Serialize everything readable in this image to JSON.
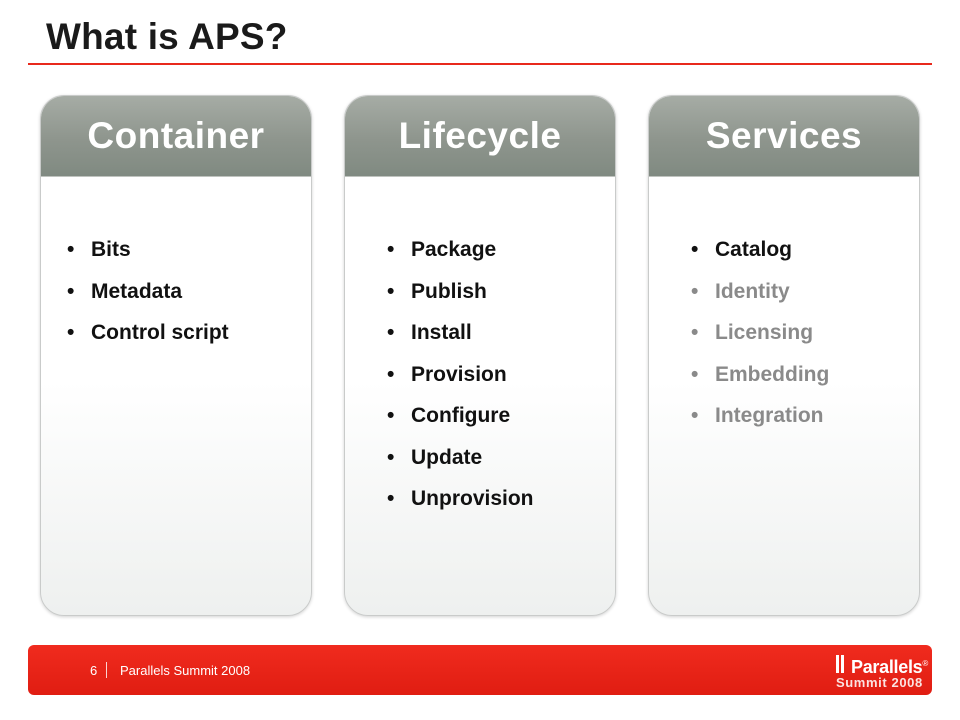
{
  "slide": {
    "title": "What is APS?"
  },
  "cards": [
    {
      "title": "Container",
      "items": [
        {
          "text": "Bits",
          "muted": false
        },
        {
          "text": "Metadata",
          "muted": false
        },
        {
          "text": "Control script",
          "muted": false
        }
      ]
    },
    {
      "title": "Lifecycle",
      "items": [
        {
          "text": "Package",
          "muted": false
        },
        {
          "text": "Publish",
          "muted": false
        },
        {
          "text": "Install",
          "muted": false
        },
        {
          "text": "Provision",
          "muted": false
        },
        {
          "text": "Configure",
          "muted": false
        },
        {
          "text": "Update",
          "muted": false
        },
        {
          "text": "Unprovision",
          "muted": false
        }
      ]
    },
    {
      "title": "Services",
      "items": [
        {
          "text": "Catalog",
          "muted": false
        },
        {
          "text": "Identity",
          "muted": true
        },
        {
          "text": "Licensing",
          "muted": true
        },
        {
          "text": "Embedding",
          "muted": true
        },
        {
          "text": "Integration",
          "muted": true
        }
      ]
    }
  ],
  "footer": {
    "page_number": "6",
    "event": "Parallels Summit 2008",
    "logo_name": "Parallels",
    "logo_mark": "®",
    "logo_sub": "Summit 2008"
  },
  "colors": {
    "accent_red": "#e8291c",
    "card_header": "#8e958d",
    "muted_text": "#8a8a8a"
  },
  "icons": {
    "bullet": "•"
  }
}
